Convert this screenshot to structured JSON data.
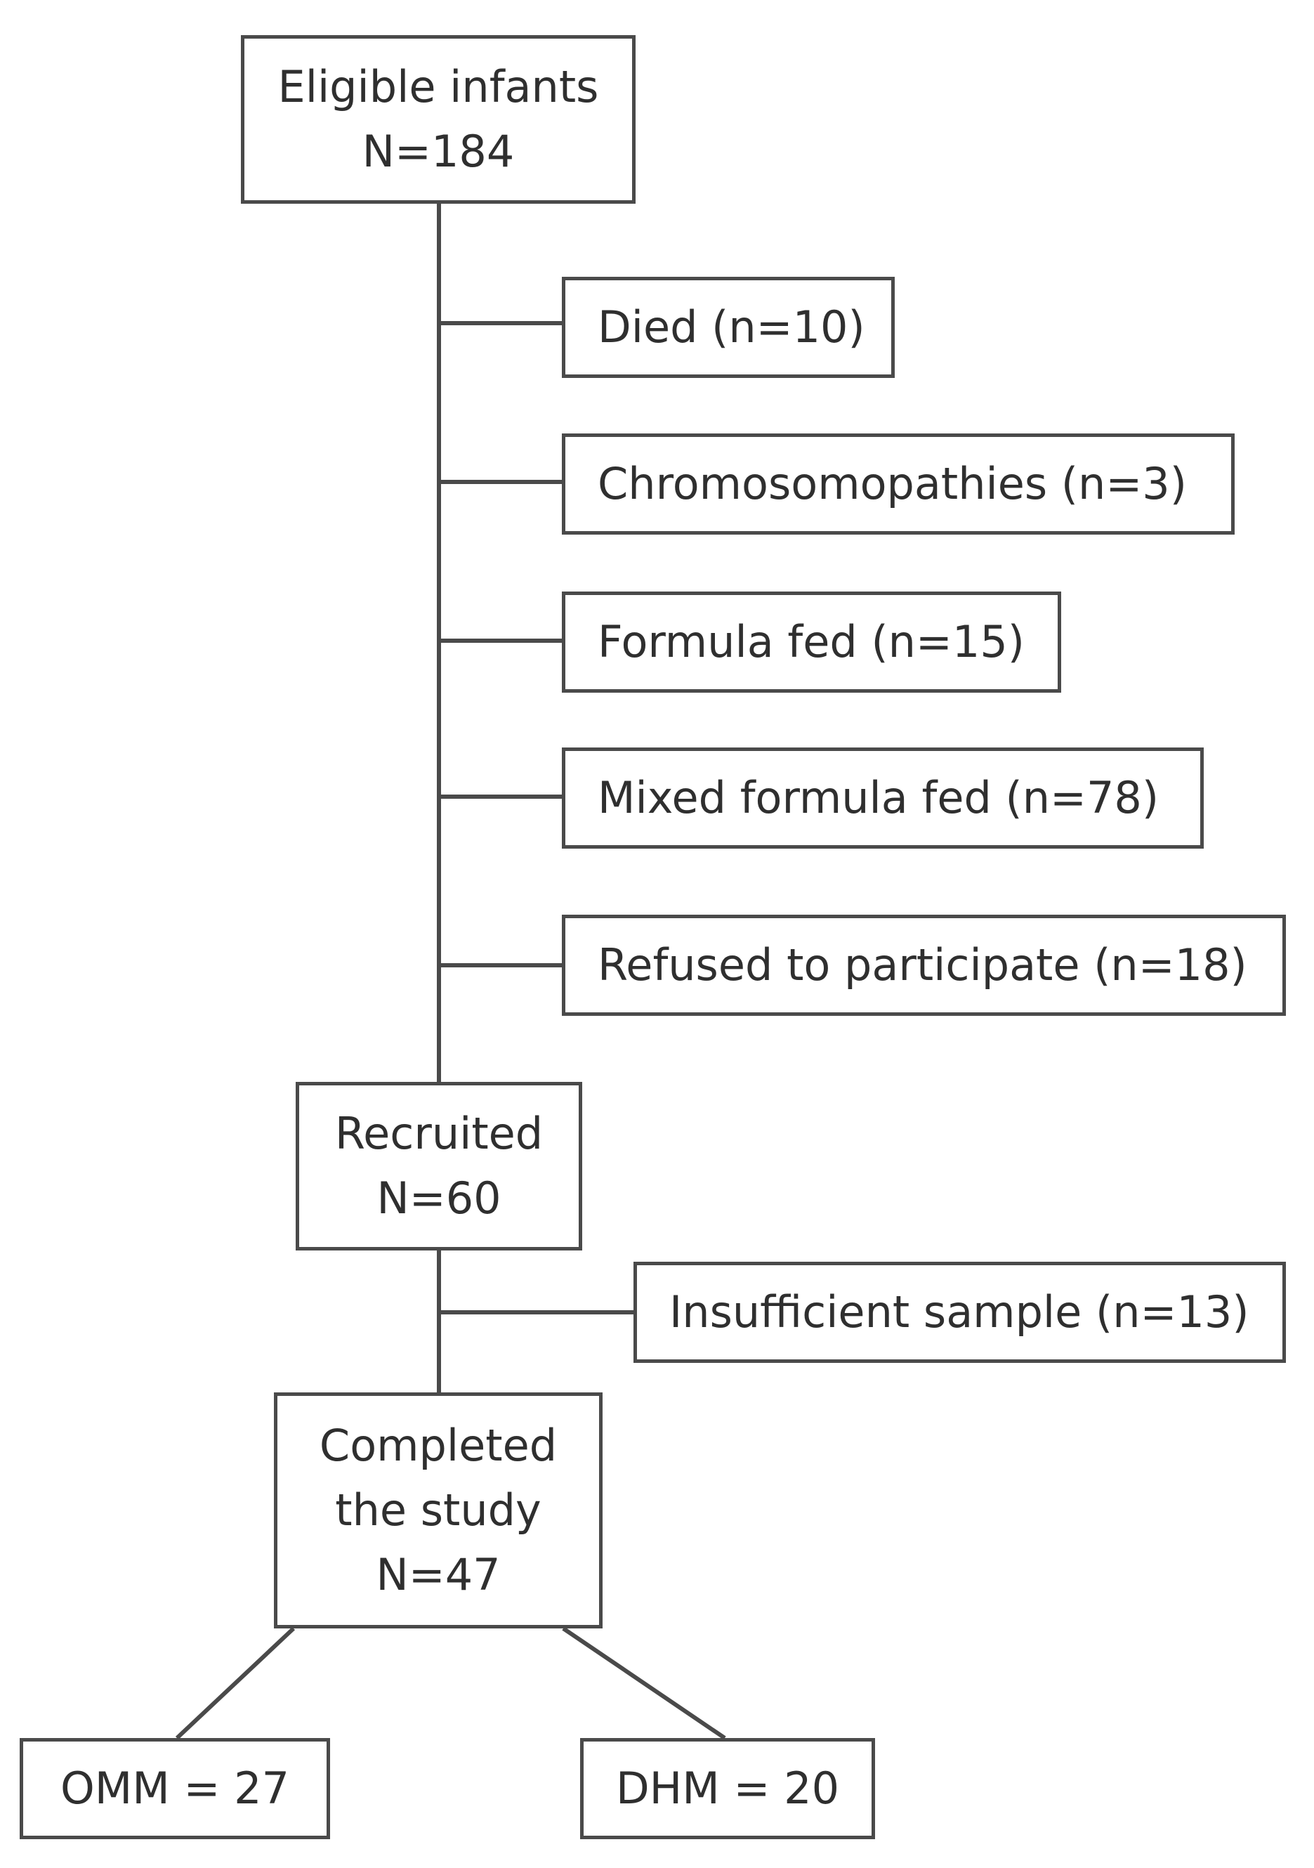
{
  "flowchart": {
    "eligible": {
      "label": "Eligible infants",
      "count": "N=184"
    },
    "exclusions": [
      {
        "label": "Died (n=10)"
      },
      {
        "label": "Chromosomopathies (n=3)"
      },
      {
        "label": "Formula fed (n=15)"
      },
      {
        "label": "Mixed formula fed (n=78)"
      },
      {
        "label": "Refused to participate (n=18)"
      }
    ],
    "recruited": {
      "label": "Recruited",
      "count": "N=60"
    },
    "insufficient": {
      "label": "Insufficient sample (n=13)"
    },
    "completed": {
      "line1": "Completed",
      "line2": "the study",
      "count": "N=47"
    },
    "omm": {
      "label": "OMM = 27"
    },
    "dhm": {
      "label": "DHM = 20"
    }
  },
  "colors": {
    "stroke": "#4a4a4a",
    "text": "#2f2f2f",
    "background": "#ffffff"
  }
}
